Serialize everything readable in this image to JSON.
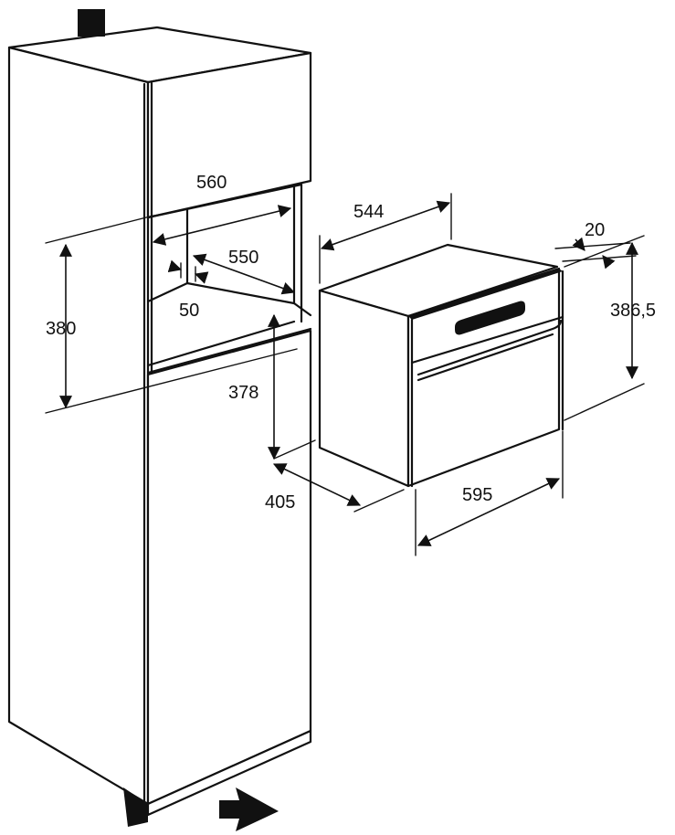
{
  "diagram": {
    "colors": {
      "line": "#111111",
      "background": "#ffffff"
    },
    "dimensions": {
      "niche_width": "560",
      "oven_depth": "544",
      "inner_width": "550",
      "front_recess": "50",
      "niche_height": "380",
      "front_thickness": "20",
      "oven_height": "386,5",
      "cutout_height": "378",
      "niche_depth": "405",
      "oven_width": "595"
    },
    "icons": {
      "ventilation_top": "vent-block-icon",
      "ventilation_bottom": "vent-arrow-icon"
    }
  }
}
